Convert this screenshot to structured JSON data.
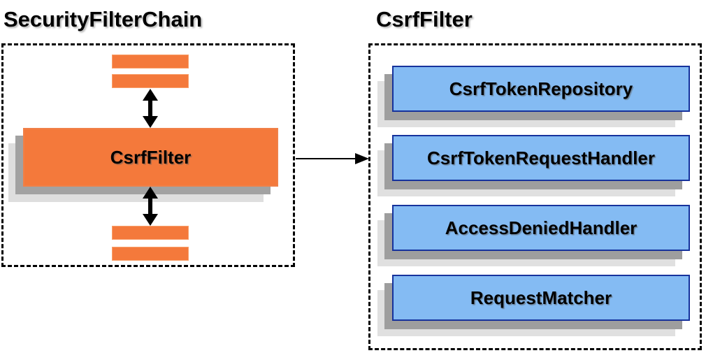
{
  "left": {
    "title": "SecurityFilterChain",
    "filter_box": {
      "label": "CsrfFilter"
    },
    "placeholder_bars": {
      "above": 2,
      "below": 2
    }
  },
  "right": {
    "title": "CsrfFilter",
    "boxes": [
      {
        "label": "CsrfTokenRepository"
      },
      {
        "label": "CsrfTokenRequestHandler"
      },
      {
        "label": "AccessDeniedHandler"
      },
      {
        "label": "RequestMatcher"
      }
    ]
  },
  "colors": {
    "orange_fill": "#f4793b",
    "blue_fill": "#84bbf3",
    "blue_border": "#16329c",
    "shadow_gray": "#9e9e9e",
    "shadow_light_gray": "#e0e0e0",
    "arrow": "#000000",
    "text": "#000000",
    "background": "#ffffff"
  }
}
